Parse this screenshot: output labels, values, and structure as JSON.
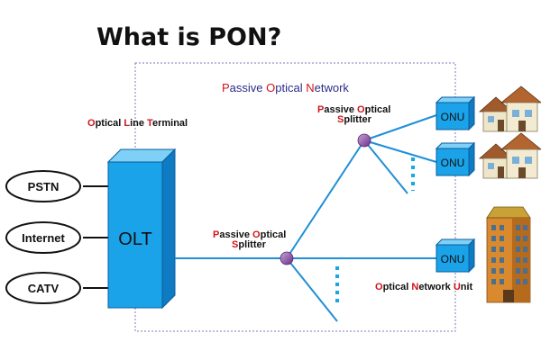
{
  "title": "What is PON?",
  "network_label": {
    "hl1": "P",
    "t1": "assive ",
    "hl2": "O",
    "t2": "ptical ",
    "hl3": "N",
    "t3": "etwork"
  },
  "olt_caption": {
    "hl1": "O",
    "t1": "ptical ",
    "hl2": "L",
    "t2": "ine ",
    "hl3": "T",
    "t3": "erminal"
  },
  "olt_label": "OLT",
  "services": [
    "PSTN",
    "Internet",
    "CATV"
  ],
  "splitter_top": {
    "l1": {
      "hl1": "P",
      "t1": "assive ",
      "hl2": "O",
      "t2": "ptical"
    },
    "l2": {
      "hl1": "S",
      "t1": "plitter"
    }
  },
  "splitter_bottom": {
    "l1": {
      "hl1": "P",
      "t1": "assive ",
      "hl2": "O",
      "t2": "ptical"
    },
    "l2": {
      "hl1": "S",
      "t1": "plitter"
    }
  },
  "onu_labels": [
    "ONU",
    "ONU",
    "ONU"
  ],
  "onu_caption": {
    "hl1": "O",
    "t1": "ptical ",
    "hl2": "N",
    "t2": "etwork ",
    "hl3": "U",
    "t3": "nit"
  },
  "colors": {
    "accent": "#d0141b",
    "fiber": "#1f8fd6",
    "box_blue": "#1aa3e8",
    "dark_blue": "#2b2b8c"
  },
  "icons": [
    "house-icon",
    "house-icon",
    "office-building-icon"
  ]
}
